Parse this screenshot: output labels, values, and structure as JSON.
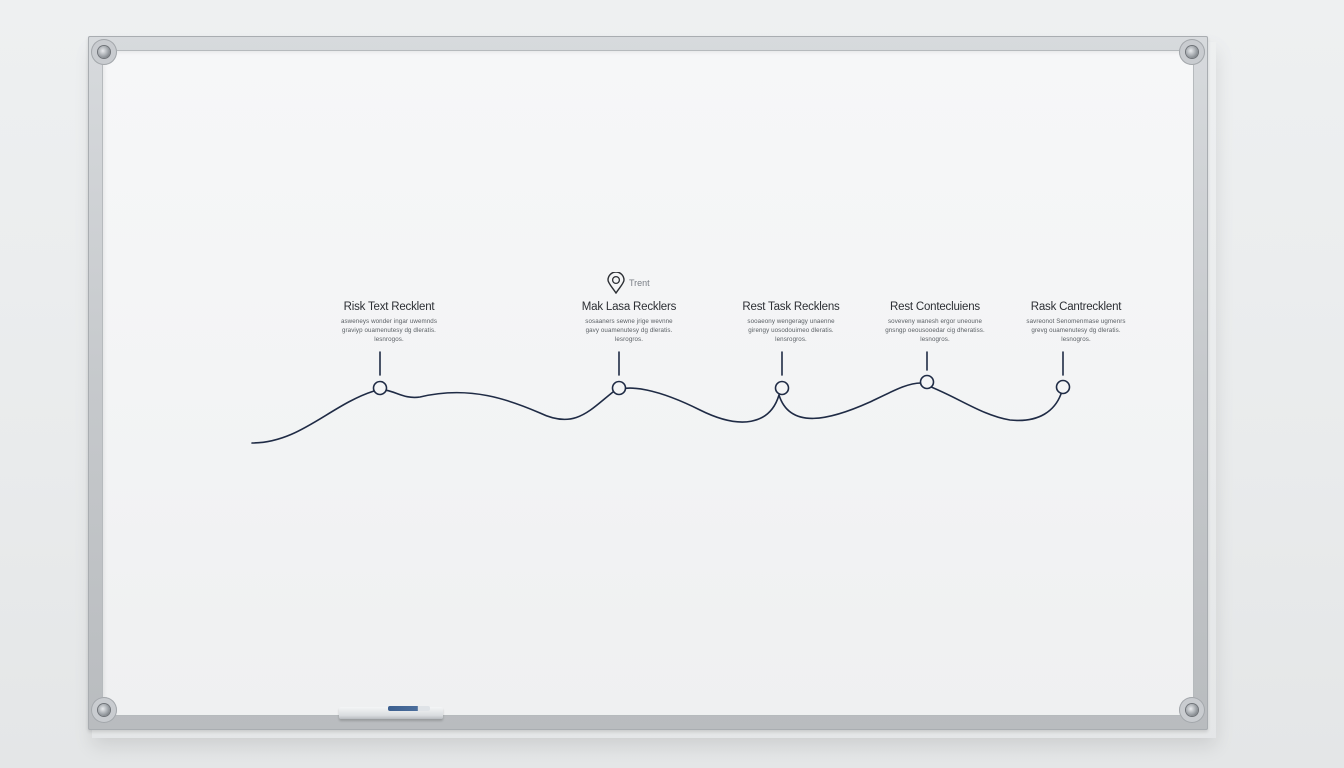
{
  "scene": {
    "description": "Aluminum-framed whiteboard on a wall with a wavy timeline diagram of five milestones",
    "colors": {
      "line": "#1f2b45",
      "text": "#2c2f34",
      "frame": "#c6c9cc",
      "board": "#f4f5f6",
      "marker_cap": "#3c5f8f"
    }
  },
  "timeline": {
    "pin": {
      "icon": "location-pin-icon",
      "label": "Trent"
    },
    "milestones": [
      {
        "title": "Risk Text Recklent",
        "body": [
          "asweneys wonder ingar uwemnds",
          "graviyp ouamenutesy dg dleratis.",
          "lesnrogos."
        ]
      },
      {
        "title": "Mak Lasa Recklers",
        "body": [
          "sosaaners sewne jrige wevnne",
          "gavy ouamenutesy dg dleratis.",
          "lesrogros."
        ]
      },
      {
        "title": "Rest Task Recklens",
        "body": [
          "sooaeony wengeragy unaenne",
          "girengy uosodouimeo dleratis.",
          "lensrogros."
        ]
      },
      {
        "title": "Rest Contecluiens",
        "body": [
          "soveveny wanesh ergor uneoune",
          "gnsngp oeousooedar cig dheratiss.",
          "lesnogros."
        ]
      },
      {
        "title": "Rask Cantrecklent",
        "body": [
          "savreonot Senomenmase ugmenrs",
          "grevg ouamenutesy dg dleratis.",
          "lesnogros."
        ]
      }
    ]
  }
}
